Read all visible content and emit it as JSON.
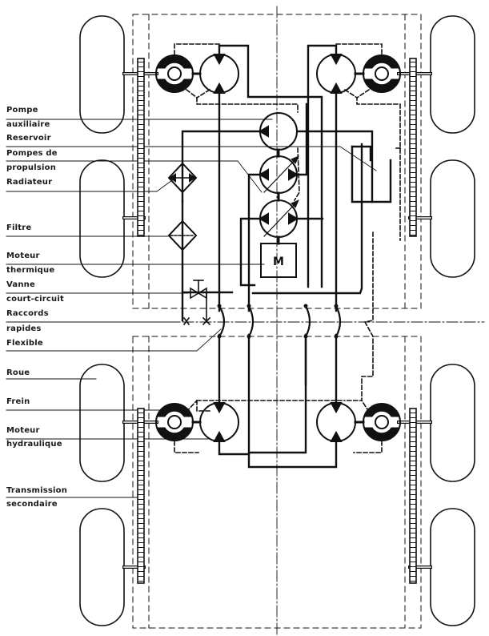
{
  "diagram": {
    "title": "Hydraulic transmission schematic",
    "labels": [
      {
        "id": "pompe",
        "text": "Pompe"
      },
      {
        "id": "auxiliaire",
        "text": "auxiliaire"
      },
      {
        "id": "reservoir",
        "text": "Reservoir"
      },
      {
        "id": "pompes-de",
        "text": "Pompes de"
      },
      {
        "id": "propulsion",
        "text": "propulsion"
      },
      {
        "id": "radiateur",
        "text": "Radiateur"
      },
      {
        "id": "filtre",
        "text": "Filtre"
      },
      {
        "id": "moteur",
        "text": "Moteur"
      },
      {
        "id": "thermique",
        "text": "thermique"
      },
      {
        "id": "vanne",
        "text": "Vanne"
      },
      {
        "id": "court-circuit",
        "text": "court-circuit"
      },
      {
        "id": "raccords",
        "text": "Raccords"
      },
      {
        "id": "rapides",
        "text": "rapides"
      },
      {
        "id": "flexible",
        "text": "Flexible"
      },
      {
        "id": "roue",
        "text": "Roue"
      },
      {
        "id": "frein",
        "text": "Frein"
      },
      {
        "id": "moteur2",
        "text": "Moteur"
      },
      {
        "id": "hydraulique",
        "text": "hydraulique"
      },
      {
        "id": "transmission",
        "text": "Transmission"
      },
      {
        "id": "secondaire",
        "text": "secondaire"
      }
    ],
    "engine_symbol": "M"
  }
}
